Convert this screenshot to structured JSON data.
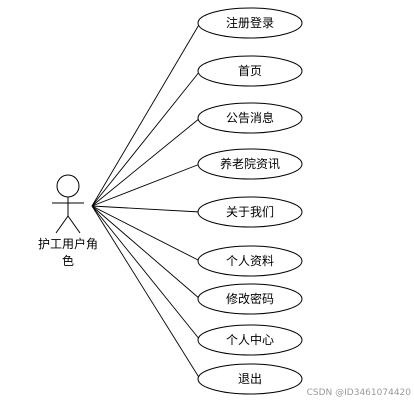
{
  "actor": {
    "label_line1": "护工用户角",
    "label_line2": "色"
  },
  "use_cases": [
    {
      "label": "注册登录"
    },
    {
      "label": "首页"
    },
    {
      "label": "公告消息"
    },
    {
      "label": "养老院资讯"
    },
    {
      "label": "关于我们"
    },
    {
      "label": "个人资料"
    },
    {
      "label": "修改密码"
    },
    {
      "label": "个人中心"
    },
    {
      "label": "退出"
    }
  ],
  "watermark": "CSDN @ID3461074420",
  "colors": {
    "stroke": "#000000",
    "fill": "#ffffff",
    "watermark": "#9a9a9a"
  }
}
